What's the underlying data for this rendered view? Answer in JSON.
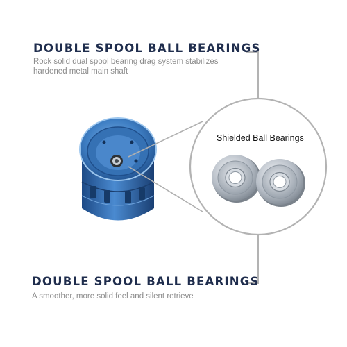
{
  "top_feature": {
    "heading": "DOUBLE SPOOL BALL BEARINGS",
    "description_line1": "Rock solid dual spool bearing drag system stabilizes",
    "description_line2": "hardened metal main shaft"
  },
  "inset": {
    "label": "Shielded Ball Bearings"
  },
  "bottom_feature": {
    "heading": "DOUBLE SPOOL BALL BEARINGS",
    "description": "A smoother, more solid feel and silent retrieve"
  },
  "colors": {
    "heading": "#1f2d4d",
    "description": "#8c8c8c",
    "callout_line": "#b3b3b3",
    "spool_blue": "#3c7bc0",
    "bearing_steel": "#b8bec6"
  }
}
